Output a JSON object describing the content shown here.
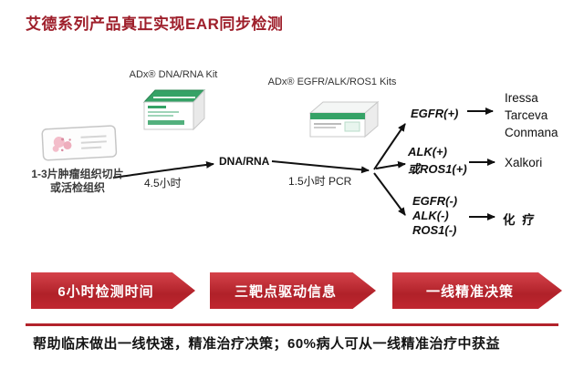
{
  "title": "艾德系列产品真正实现EAR同步检测",
  "diagram": {
    "kit1_label": "ADx® DNA/RNA Kit",
    "kit2_label": "ADx® EGFR/ALK/ROS1 Kits",
    "sample": {
      "line1": "1-3片肿瘤组织切片",
      "line2": "或活检组织"
    },
    "step1_time": "4.5小时",
    "step1_output": "DNA/RNA",
    "step2_time": "1.5小时 PCR",
    "branches": [
      {
        "condition": [
          "EGFR(+)"
        ],
        "result": [
          "Iressa",
          "Tarceva",
          "Conmana"
        ]
      },
      {
        "condition": [
          "ALK(+)",
          "或ROS1(+)"
        ],
        "result": [
          "Xalkori"
        ]
      },
      {
        "condition": [
          "EGFR(-)",
          "ALK(-)",
          "ROS1(-)"
        ],
        "result": [
          "化 疗"
        ]
      }
    ]
  },
  "banners": [
    {
      "label": "6小时检测时间"
    },
    {
      "label": "三靶点驱动信息"
    },
    {
      "label": "一线精准决策"
    }
  ],
  "footer": {
    "text": "帮助临床做出一线快速，精准治疗决策；60%病人可从一线精准治疗中获益"
  },
  "colors": {
    "title_red": "#9e1f2b",
    "banner_red": "#b2232b",
    "kit_green": "#35a266",
    "line_black": "#111111"
  }
}
